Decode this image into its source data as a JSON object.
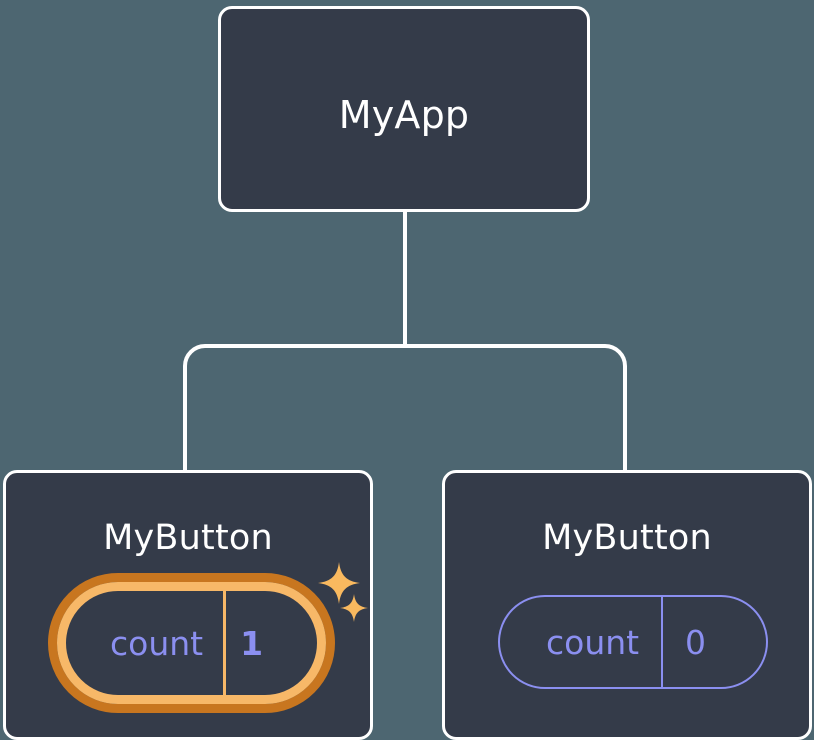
{
  "diagram": {
    "type": "component-tree",
    "title_semantic": "react-component-tree-with-state",
    "background_color": "#4d6671",
    "card_fill_color": "#343b49",
    "card_border_color": "#ffffff",
    "connector_color": "#ffffff",
    "state_color": "#8b8ff0",
    "highlight_outer_color": "#c8761f",
    "highlight_inner_color": "#f7b868",
    "sparkle_color": "#f9b95f"
  },
  "root": {
    "label": "MyApp"
  },
  "children": [
    {
      "label": "MyButton",
      "highlighted": true,
      "state": {
        "key": "count",
        "value": "1"
      },
      "sparkles": [
        "sparkle-large",
        "sparkle-small"
      ]
    },
    {
      "label": "MyButton",
      "highlighted": false,
      "state": {
        "key": "count",
        "value": "0"
      }
    }
  ],
  "icons": {
    "sparkle": "sparkle-icon"
  }
}
